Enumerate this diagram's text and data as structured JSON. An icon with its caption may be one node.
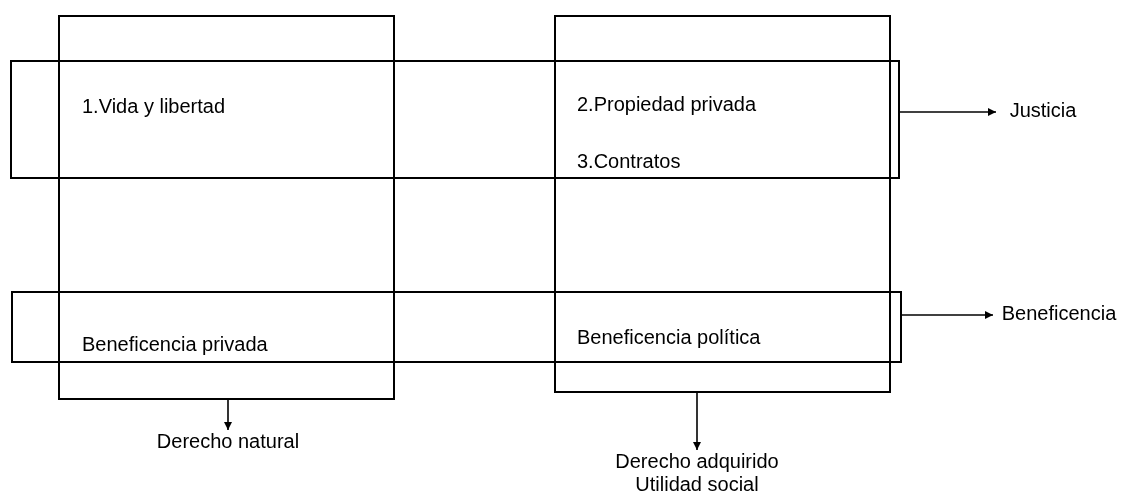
{
  "diagram": {
    "nodes": [
      {
        "text": [],
        "shape": "box"
      },
      {
        "text": [],
        "shape": "box"
      },
      {
        "text": [
          "1.Vida y libertad",
          "2.Propiedad privada",
          "3.Contratos"
        ]
      },
      {
        "text": [
          "Beneficencia privada",
          "Beneficencia política"
        ]
      },
      {
        "text": [
          "Justicia"
        ]
      },
      {
        "text": [
          "Beneficencia"
        ]
      },
      {
        "text": [
          "Derecho natural"
        ]
      },
      {
        "text": [
          "Derecho adquirido Utilidad social"
        ]
      }
    ],
    "edges": [
      {
        "from": 0,
        "to": 6,
        "arrow": "to"
      },
      {
        "from": 1,
        "to": 7,
        "arrow": "to"
      },
      {
        "from": 2,
        "to": 4,
        "arrow": "to"
      },
      {
        "from": 3,
        "to": 5,
        "arrow": "to"
      }
    ]
  }
}
